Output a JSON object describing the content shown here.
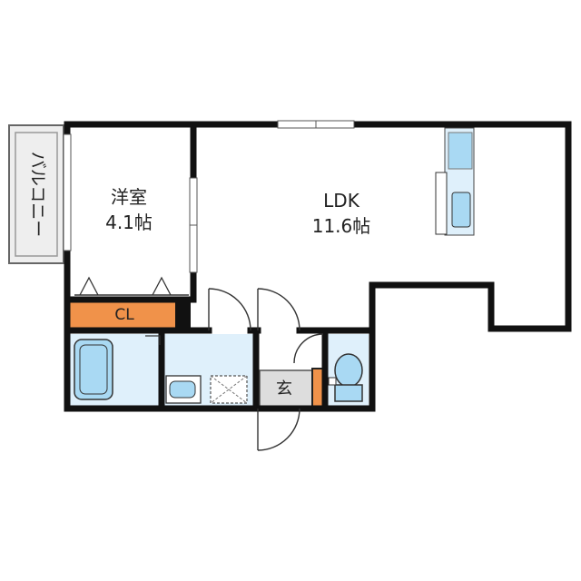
{
  "rooms": {
    "balcony": {
      "label": "バルコニー"
    },
    "western": {
      "name": "洋室",
      "size": "4.1帖"
    },
    "ldk": {
      "name": "LDK",
      "size": "11.6帖"
    },
    "closet": {
      "label": "CL"
    },
    "entrance": {
      "label": "玄"
    }
  },
  "colors": {
    "wall": "#111111",
    "balcony": "#eeeeee",
    "wet_area": "#dff0fb",
    "fixture": "#a9d9f3",
    "closet": "#f0924a",
    "entrance": "#dddddd"
  }
}
